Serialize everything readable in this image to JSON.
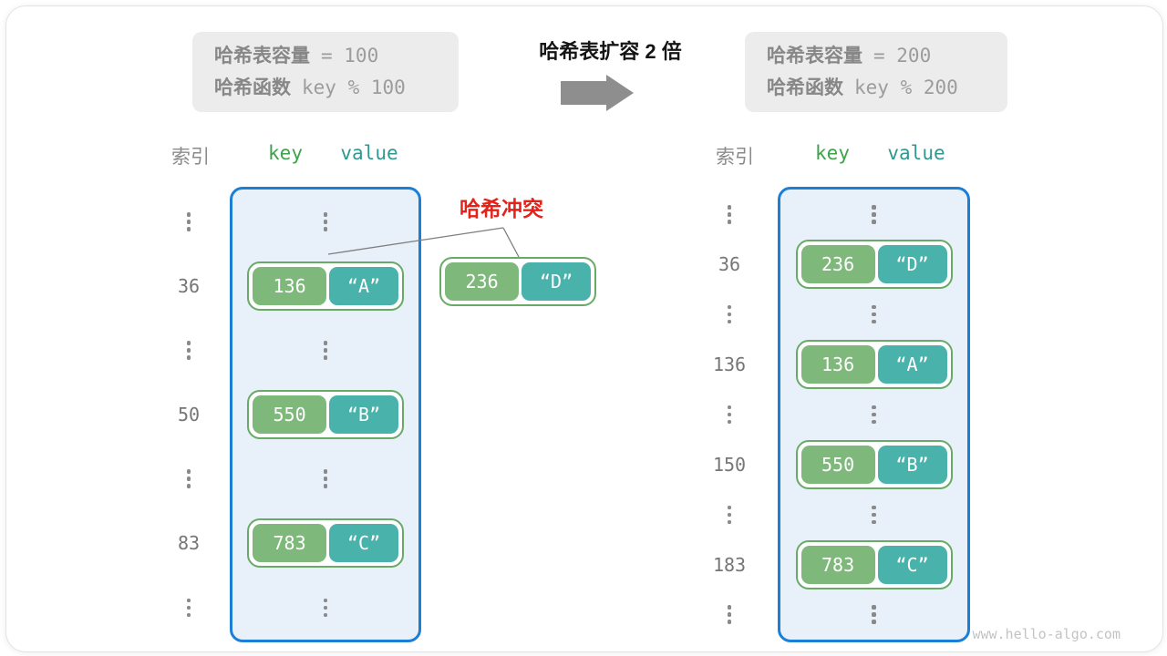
{
  "before_box": {
    "line1_label": "哈希表容量",
    "line1_value": "= 100",
    "line2_label": "哈希函数",
    "line2_value": "key % 100"
  },
  "after_box": {
    "line1_label": "哈希表容量",
    "line1_value": "= 200",
    "line2_label": "哈希函数",
    "line2_value": "key % 200"
  },
  "center": {
    "title": "哈希表扩容 2 倍"
  },
  "collision": {
    "label": "哈希冲突",
    "pair": {
      "key": "236",
      "value": "“D”"
    }
  },
  "left_table": {
    "index_header": "索引",
    "key_header": "key",
    "value_header": "value",
    "rows": [
      {
        "type": "ellipsis"
      },
      {
        "type": "pair",
        "index": "36",
        "key": "136",
        "value": "“A”"
      },
      {
        "type": "ellipsis"
      },
      {
        "type": "pair",
        "index": "50",
        "key": "550",
        "value": "“B”"
      },
      {
        "type": "ellipsis"
      },
      {
        "type": "pair",
        "index": "83",
        "key": "783",
        "value": "“C”"
      },
      {
        "type": "ellipsis"
      }
    ]
  },
  "right_table": {
    "index_header": "索引",
    "key_header": "key",
    "value_header": "value",
    "rows": [
      {
        "type": "ellipsis"
      },
      {
        "type": "pair",
        "index": "36",
        "key": "236",
        "value": "“D”"
      },
      {
        "type": "ellipsis"
      },
      {
        "type": "pair",
        "index": "136",
        "key": "136",
        "value": "“A”"
      },
      {
        "type": "ellipsis"
      },
      {
        "type": "pair",
        "index": "150",
        "key": "550",
        "value": "“B”"
      },
      {
        "type": "ellipsis"
      },
      {
        "type": "pair",
        "index": "183",
        "key": "783",
        "value": "“C”"
      },
      {
        "type": "ellipsis"
      }
    ]
  },
  "watermark": "www.hello-algo.com",
  "colors": {
    "key_green": "#7fb87b",
    "value_teal": "#49b2aa",
    "pair_border": "#68aa66",
    "container_bg": "#e8f1fa",
    "container_border": "#1b7ed7",
    "key_text": "#3fa24d",
    "value_text": "#2f9890",
    "red": "#e3231a",
    "gray_text": "#8a8a8a"
  }
}
